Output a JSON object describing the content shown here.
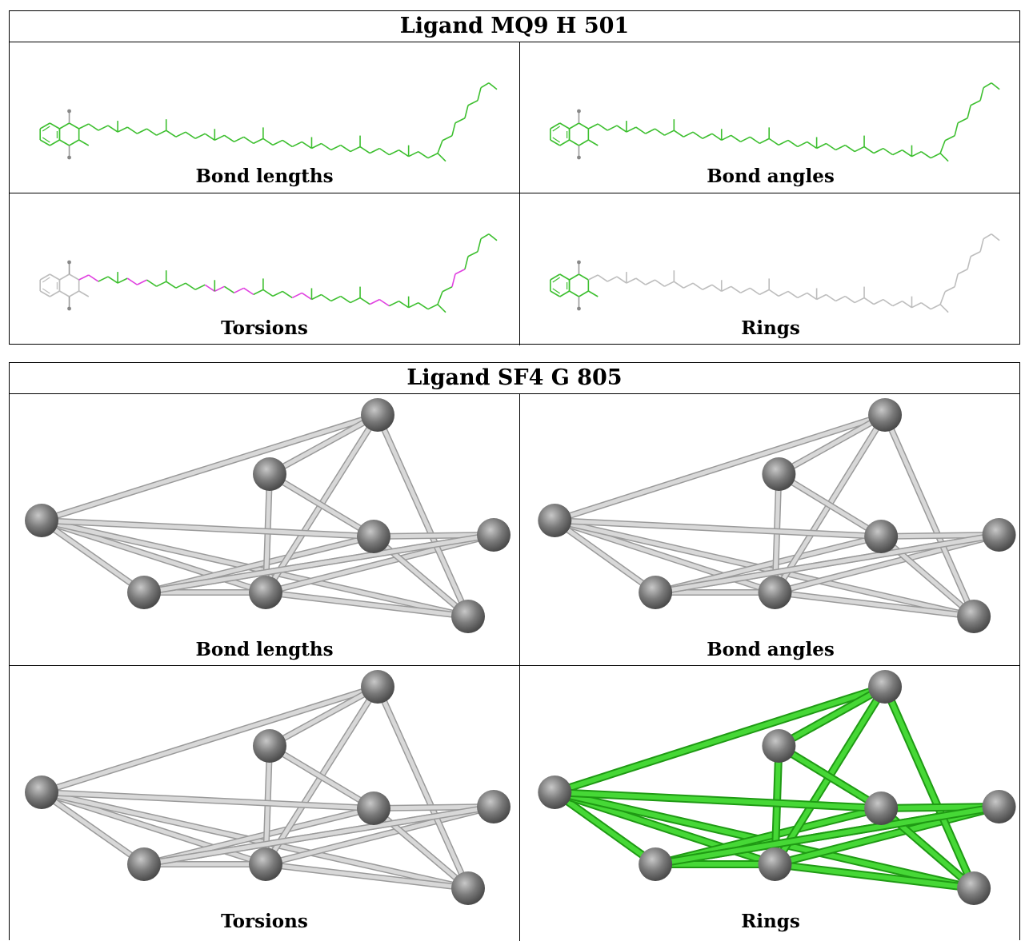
{
  "tables": [
    {
      "title": "Ligand MQ9 H 501",
      "panels": [
        {
          "caption": "Bond lengths",
          "coloring": "all-green"
        },
        {
          "caption": "Bond angles",
          "coloring": "all-green"
        },
        {
          "caption": "Torsions",
          "coloring": "chain-green-with-magenta-torsions"
        },
        {
          "caption": "Rings",
          "coloring": "ring-green-rest-gray"
        }
      ]
    },
    {
      "title": "Ligand SF4 G 805",
      "panels": [
        {
          "caption": "Bond lengths",
          "coloring": "gray"
        },
        {
          "caption": "Bond angles",
          "coloring": "gray"
        },
        {
          "caption": "Torsions",
          "coloring": "gray"
        },
        {
          "caption": "Rings",
          "coloring": "green"
        }
      ]
    }
  ],
  "colors": {
    "green": "#3dbf2f",
    "magenta": "#e040e0",
    "gray_bond": "#c8c8c8",
    "atom": "#707070"
  }
}
